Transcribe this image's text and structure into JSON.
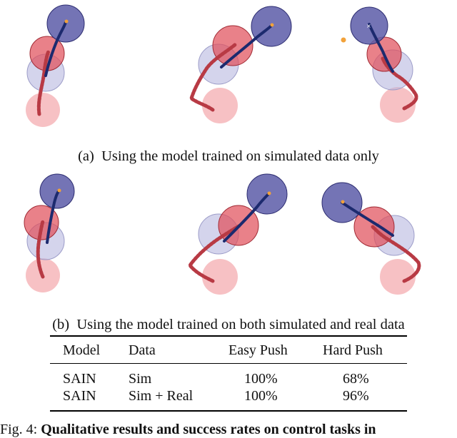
{
  "captions": {
    "a": "(a)  Using the model trained on simulated data only",
    "b": "(b)  Using the model trained on both simulated and real data"
  },
  "table": {
    "headers": [
      "Model",
      "Data",
      "Easy Push",
      "Hard Push"
    ],
    "rows": [
      [
        "SAIN",
        "Sim",
        "100%",
        "68%"
      ],
      [
        "SAIN",
        "Sim + Real",
        "100%",
        "96%"
      ]
    ]
  },
  "figure_caption": {
    "prefix": "Fig. 4:",
    "bold": "Qualitative results and success rates on control tasks in"
  },
  "colors": {
    "blue": "#5c5ca8",
    "red": "#e0505c",
    "trajectory_blue": "#1c2a6e",
    "trajectory_red": "#b83a44",
    "goal_orange": "#f2a23a"
  }
}
